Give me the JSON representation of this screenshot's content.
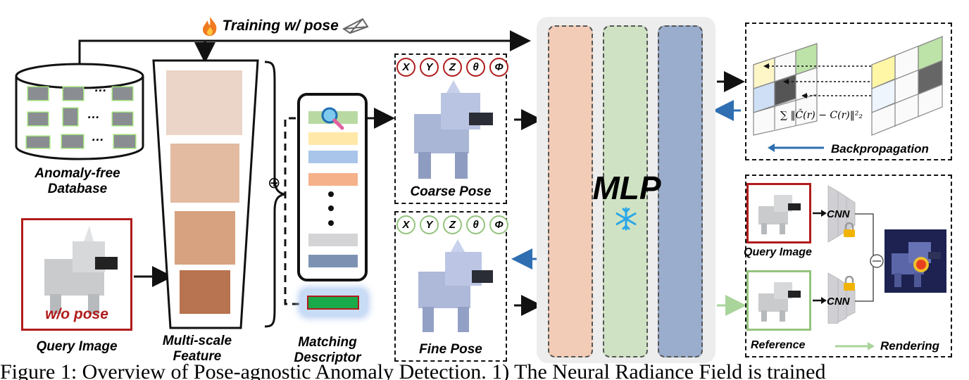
{
  "top": {
    "training_label": "Training w/ pose"
  },
  "database": {
    "label_line1": "Anomaly-free",
    "label_line2": "Database",
    "ellipsis": "…"
  },
  "query": {
    "overlay": "w/o pose",
    "label": "Query Image"
  },
  "multiscale": {
    "label_line1": "Multi-scale",
    "label_line2": "Feature",
    "oplus": "⊕"
  },
  "matching": {
    "label_line1": "Matching",
    "label_line2": "Descriptor",
    "stripe_colors": [
      "#b9d9a3",
      "#ffe8a8",
      "#a9c6ea",
      "#f5b18a",
      "#d4d4d6",
      "#7d92b3"
    ]
  },
  "coarse": {
    "label": "Coarse Pose",
    "params": [
      "X",
      "Y",
      "Z",
      "θ",
      "Φ"
    ]
  },
  "fine": {
    "label": "Fine Pose",
    "params": [
      "X",
      "Y",
      "Z",
      "θ",
      "Φ"
    ]
  },
  "mlp": {
    "label": "MLP",
    "col_colors": [
      "#f2ccb6",
      "#cfe3c4",
      "#9aadcc"
    ]
  },
  "backprop": {
    "formula": "∑ ‖Ĉ(r) − C(r)‖²₂",
    "label": "Backpropagation"
  },
  "rendering": {
    "query_label": "Query Image",
    "reference_label": "Reference",
    "cnn1": "CNN",
    "cnn2": "CNN",
    "rendering_label": "Rendering"
  },
  "caption": {
    "text": "Figure 1: Overview of Pose-agnostic Anomaly Detection. 1) The Neural Radiance Field is trained"
  },
  "colors": {
    "red_frame": "#b01c1c",
    "green_frame": "#94c47d",
    "blue_arrow": "#2f6fb1",
    "green_arrow": "#a9d49a"
  }
}
